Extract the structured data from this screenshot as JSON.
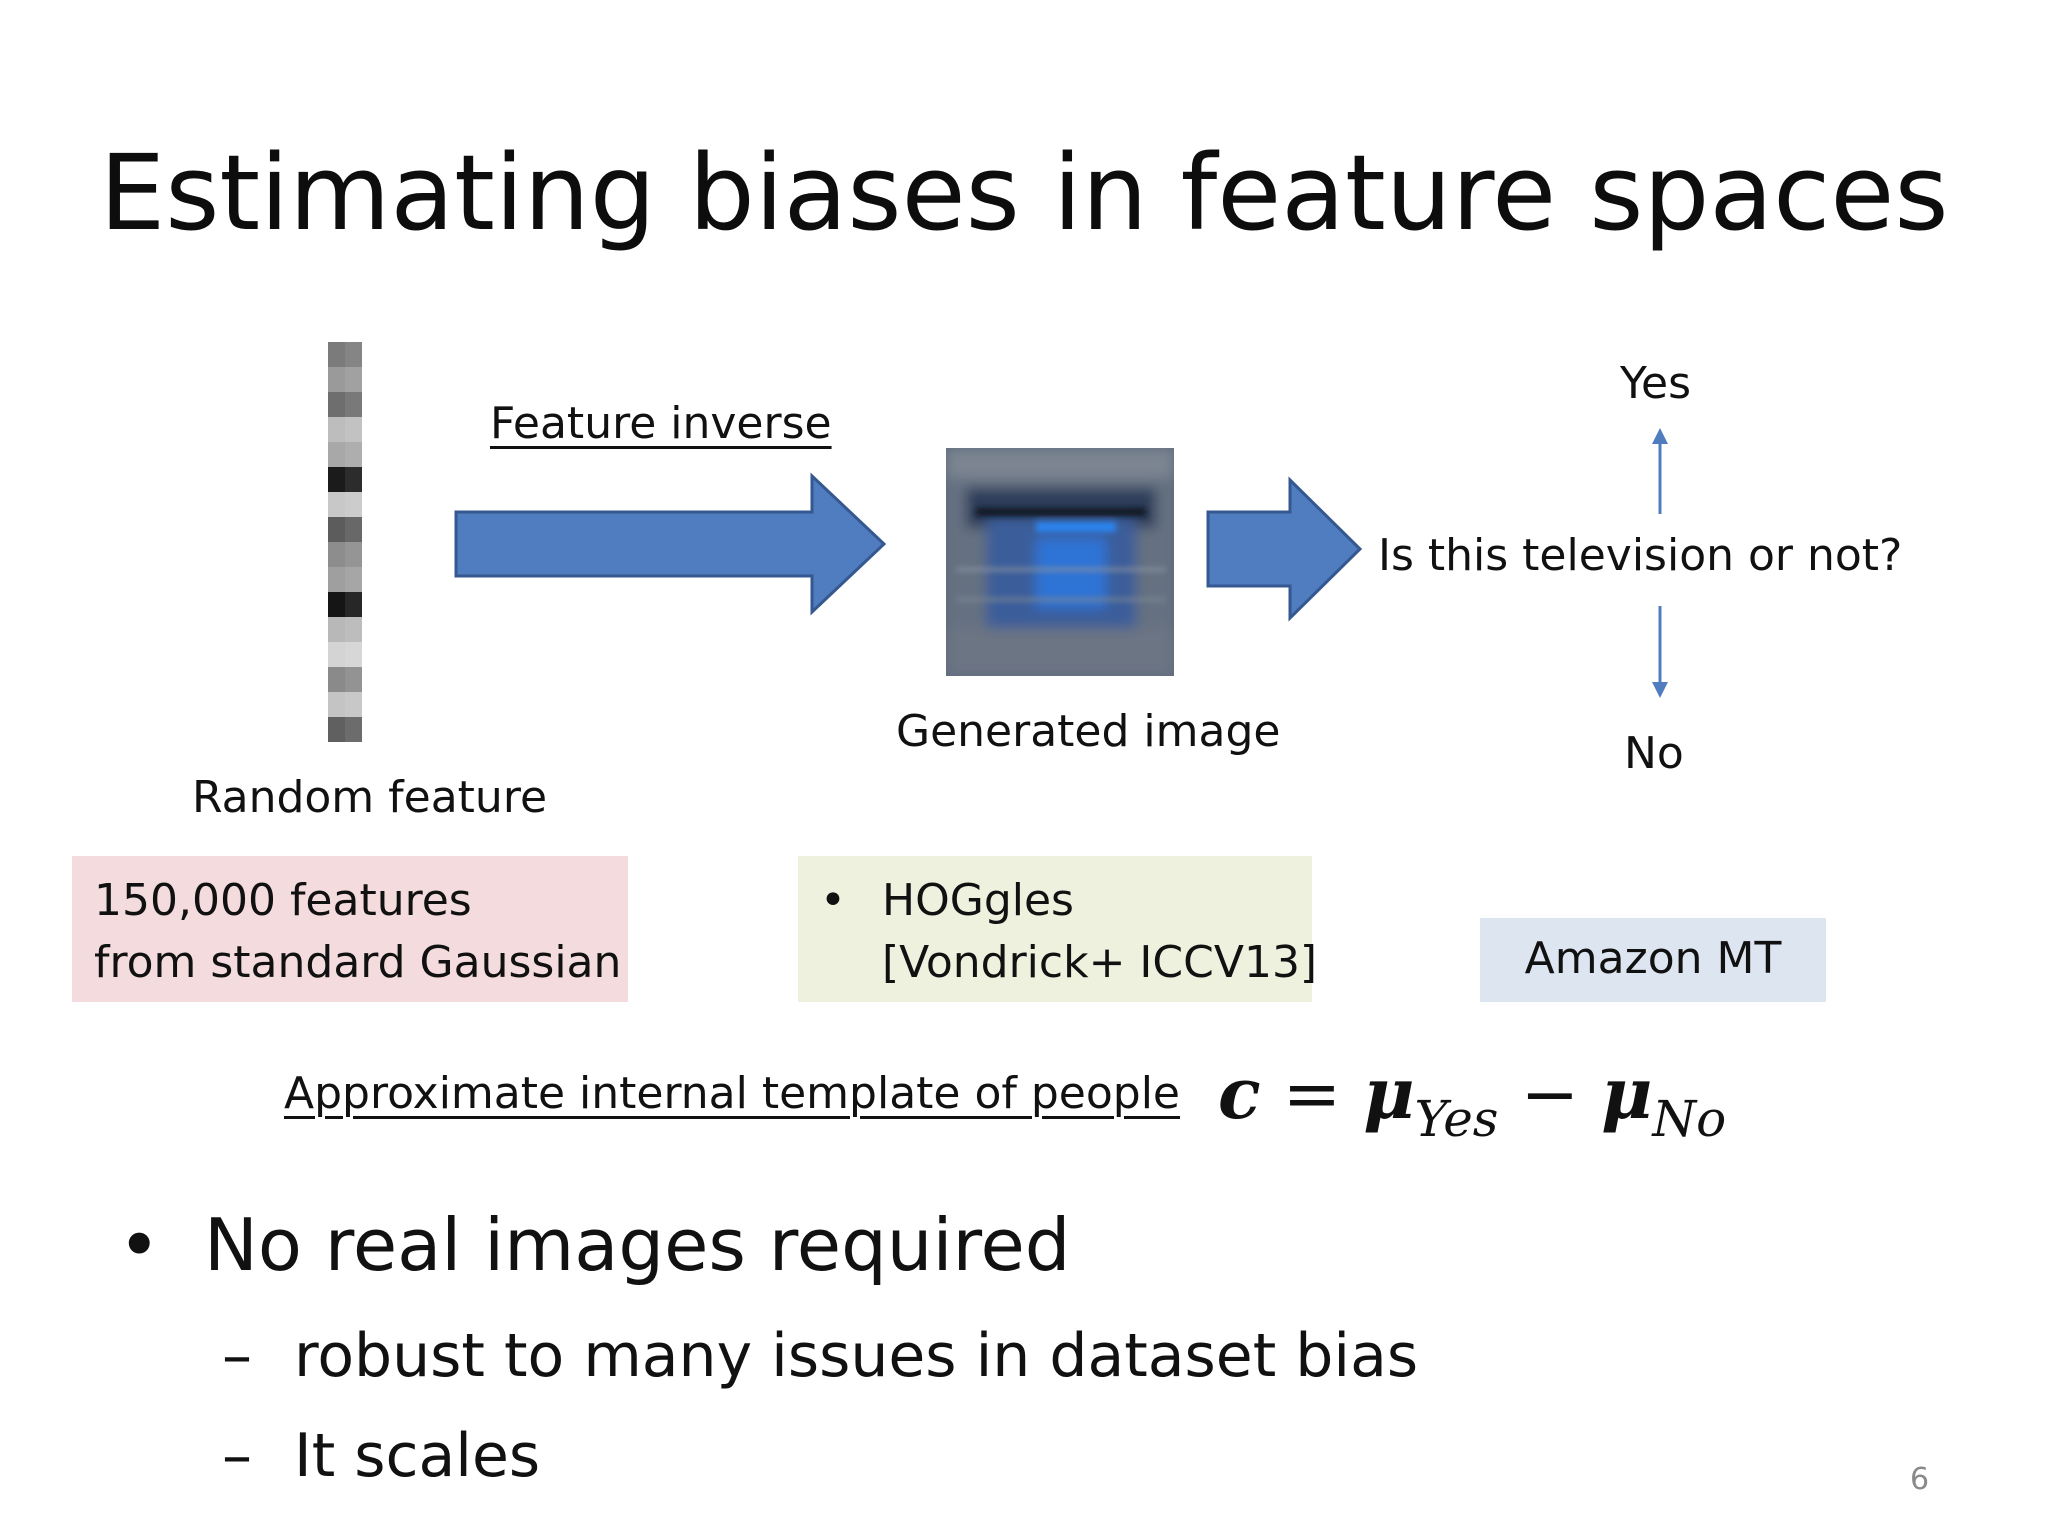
{
  "title": "Estimating biases in feature spaces",
  "diagram": {
    "feature_inverse_label": "Feature inverse",
    "random_feature_label": "Random feature",
    "generated_image_label": "Generated image",
    "question": "Is this television or not?",
    "yes_label": "Yes",
    "no_label": "No",
    "arrow_color": "#4f7dc0",
    "arrow_border": "#34588f"
  },
  "boxes": {
    "features": {
      "line1": "150,000 features",
      "line2": "from standard Gaussian",
      "color": "#f4dcde"
    },
    "hoggles": {
      "bullet": "•",
      "line1": "HOGgles",
      "line2": "[Vondrick+ ICCV13]",
      "color": "#eef1de"
    },
    "amazon": {
      "text": "Amazon MT",
      "color": "#dde5f1"
    }
  },
  "template_label": "Approximate internal template of people",
  "formula": {
    "lhs": "c",
    "equals": "=",
    "mu": "μ",
    "sub_yes": "Yes",
    "minus": "−",
    "sub_no": "No"
  },
  "bullets": {
    "main": {
      "marker": "•",
      "text": "No real images required"
    },
    "subs": [
      {
        "marker": "–",
        "text": "robust to many issues in dataset bias"
      },
      {
        "marker": "–",
        "text": "It scales"
      }
    ]
  },
  "page_number": "6"
}
